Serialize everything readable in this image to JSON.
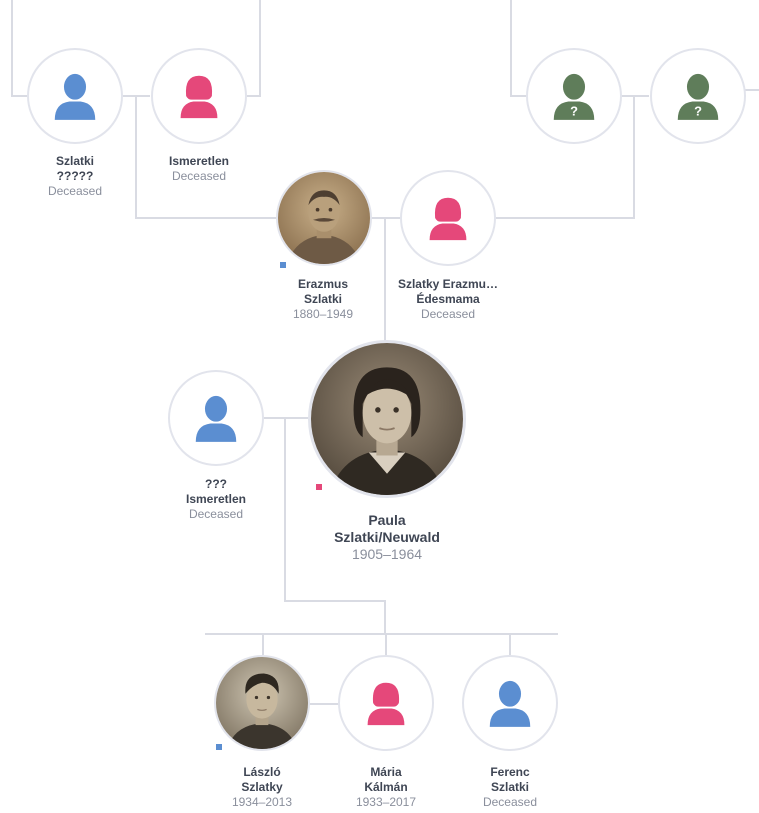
{
  "colors": {
    "male": "#5b8ed1",
    "female": "#e5487a",
    "unknown": "#5f7d5a",
    "line": "#d9dbe3",
    "ring": "#e2e4ec",
    "name": "#3f4654",
    "dates": "#8a8f9c"
  },
  "people": {
    "szlatki_ggf": {
      "name_line1": "Szlatki",
      "name_line2": "?????",
      "dates": "Deceased",
      "gender": "male",
      "icon": "male-silhouette-icon"
    },
    "ismeretlen_ggm": {
      "name_line1": "Ismeretlen",
      "name_line2": "",
      "dates": "Deceased",
      "gender": "female",
      "icon": "female-silhouette-icon"
    },
    "unknown_1": {
      "gender": "unknown",
      "icon": "unknown-person-icon",
      "glyph": "?"
    },
    "unknown_2": {
      "gender": "unknown",
      "icon": "unknown-person-icon",
      "glyph": "?"
    },
    "erazmus": {
      "name_line1": "Erazmus",
      "name_line2": "Szlatki",
      "dates": "1880–1949",
      "gender": "male",
      "icon": "photo-portrait"
    },
    "edesmama": {
      "name_line1": "Szlatky Erazmu…",
      "name_line2": "Édesmama",
      "dates": "Deceased",
      "gender": "female",
      "icon": "female-silhouette-icon"
    },
    "ismeretlen_spouse": {
      "name_line1": "???",
      "name_line2": "Ismeretlen",
      "dates": "Deceased",
      "gender": "male",
      "icon": "male-silhouette-icon"
    },
    "paula": {
      "name_line1": "Paula",
      "name_line2": "Szlatki/Neuwald",
      "dates": "1905–1964",
      "gender": "female",
      "icon": "photo-portrait"
    },
    "laszlo": {
      "name_line1": "László",
      "name_line2": "Szlatky",
      "dates": "1934–2013",
      "gender": "male",
      "icon": "photo-portrait"
    },
    "maria": {
      "name_line1": "Mária",
      "name_line2": "Kálmán",
      "dates": "1933–2017",
      "gender": "female",
      "icon": "female-silhouette-icon"
    },
    "ferenc": {
      "name_line1": "Ferenc",
      "name_line2": "Szlatki",
      "dates": "Deceased",
      "gender": "male",
      "icon": "male-silhouette-icon"
    }
  }
}
